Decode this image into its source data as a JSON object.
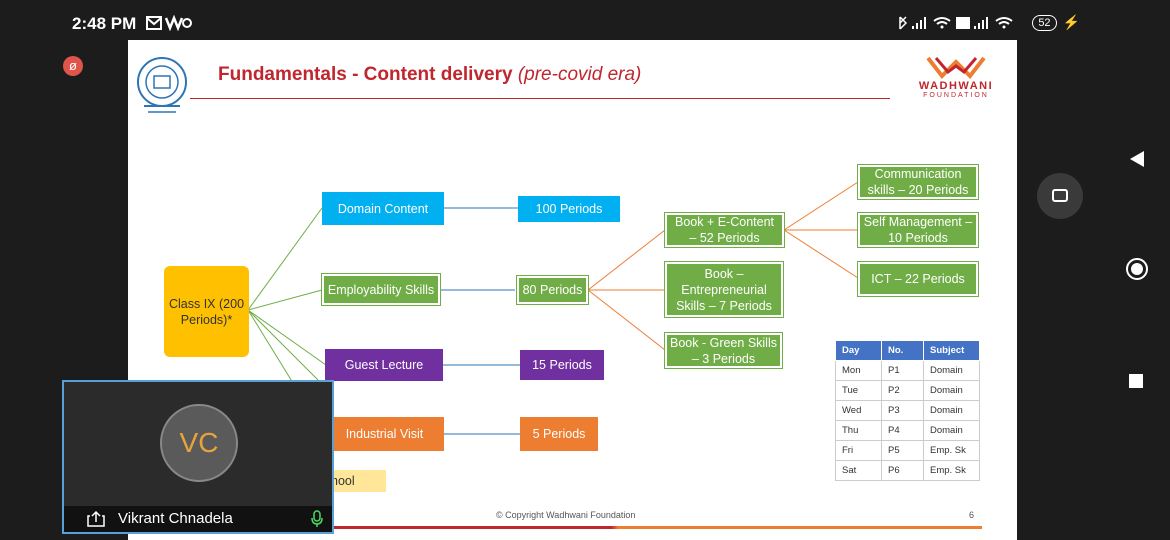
{
  "status": {
    "time": "2:48 PM",
    "battery": "52"
  },
  "slide": {
    "title": "Fundamentals - Content delivery",
    "title_sub": "(pre-covid era)",
    "logo_right_name": "WADHWANI",
    "logo_right_sub": "FOUNDATION",
    "root": "Class IX (200 Periods)*",
    "branches": [
      {
        "label": "Domain Content",
        "periods": "100 Periods"
      },
      {
        "label": "Employability Skills",
        "periods": "80 Periods"
      },
      {
        "label": "Guest Lecture",
        "periods": "15 Periods"
      },
      {
        "label": "Industrial Visit",
        "periods": "5 Periods"
      },
      {
        "label": "hool"
      }
    ],
    "employability_books": [
      "Book + E-Content – 52 Periods",
      "Book – Entrepreneurial Skills – 7 Periods",
      "Book - Green Skills – 3 Periods"
    ],
    "econtent_modules": [
      "Communication skills – 20 Periods",
      "Self Management – 10 Periods",
      "ICT – 22 Periods"
    ],
    "schedule": {
      "headers": [
        "Day",
        "No.",
        "Subject"
      ],
      "rows": [
        [
          "Mon",
          "P1",
          "Domain"
        ],
        [
          "Tue",
          "P2",
          "Domain"
        ],
        [
          "Wed",
          "P3",
          "Domain"
        ],
        [
          "Thu",
          "P4",
          "Domain"
        ],
        [
          "Fri",
          "P5",
          "Emp. Sk"
        ],
        [
          "Sat",
          "P6",
          "Emp. Sk"
        ]
      ]
    },
    "copyright": "© Copyright Wadhwani Foundation",
    "page_number": "6"
  },
  "participant": {
    "initials": "VC",
    "name": "Vikrant Chnadela"
  },
  "colors": {
    "title_red": "#c0262d",
    "yellow": "#ffc000",
    "blue": "#00b0f0",
    "green": "#70ad47",
    "purple": "#7030a0",
    "orange": "#ed7d31"
  }
}
